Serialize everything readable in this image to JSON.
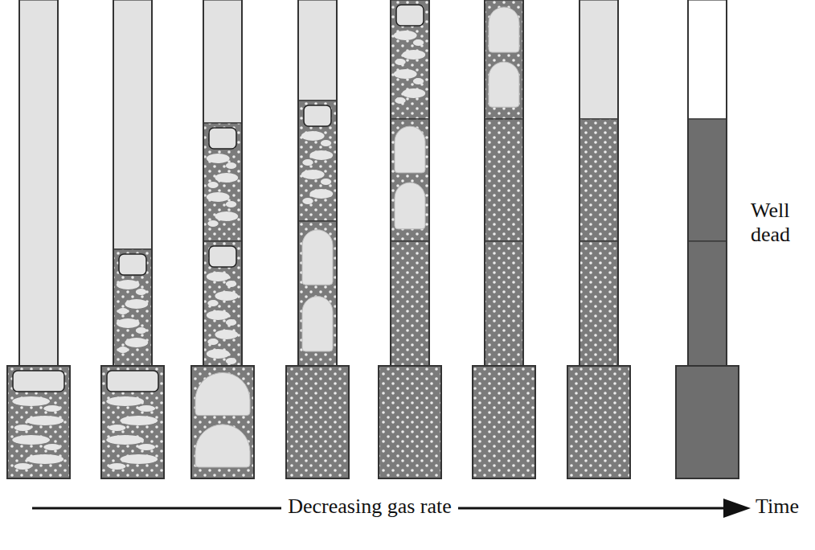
{
  "diagram": {
    "labels": [
      "Well dead",
      "Decreasing gas rate",
      "Time"
    ]
  }
}
